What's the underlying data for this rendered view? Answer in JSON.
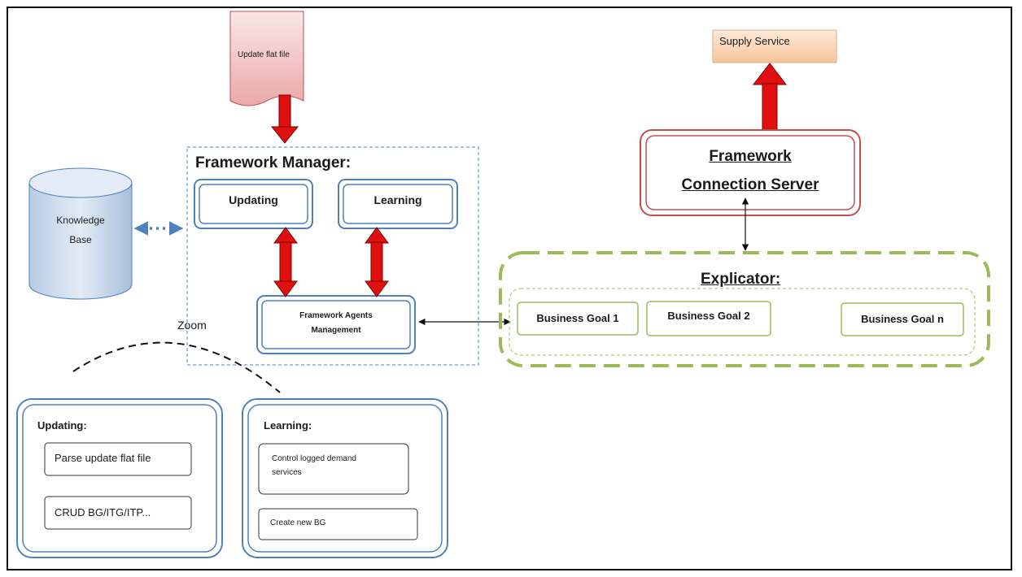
{
  "flat_file": {
    "label": "Update flat file"
  },
  "supply_service": {
    "label": "Supply Service"
  },
  "knowledge_base": {
    "line1": "Knowledge",
    "line2": "Base"
  },
  "framework_manager": {
    "title": "Framework Manager:",
    "updating": "Updating",
    "learning": "Learning",
    "agents_line1": "Framework Agents",
    "agents_line2": "Management"
  },
  "connection_server": {
    "line1": "Framework",
    "line2": "Connection Server"
  },
  "explicator": {
    "title": "Explicator:",
    "goals": [
      "Business Goal 1",
      "Business Goal 2",
      "Business Goal n"
    ]
  },
  "zoom": {
    "label": "Zoom"
  },
  "updating_detail": {
    "title": "Updating:",
    "items": [
      "Parse update flat file",
      "CRUD BG/ITG/ITP..."
    ]
  },
  "learning_detail": {
    "title": "Learning:",
    "item1_line1": "Control logged demand",
    "item1_line2": "services",
    "item2": "Create new BG"
  },
  "colors": {
    "red_arrow": "#e01010",
    "blue_border": "#4f81bd",
    "green_border": "#9bbb59",
    "server_border": "#c0504d",
    "document_fill": "#f2c4c4",
    "service_fill": "#fbd4b4"
  }
}
